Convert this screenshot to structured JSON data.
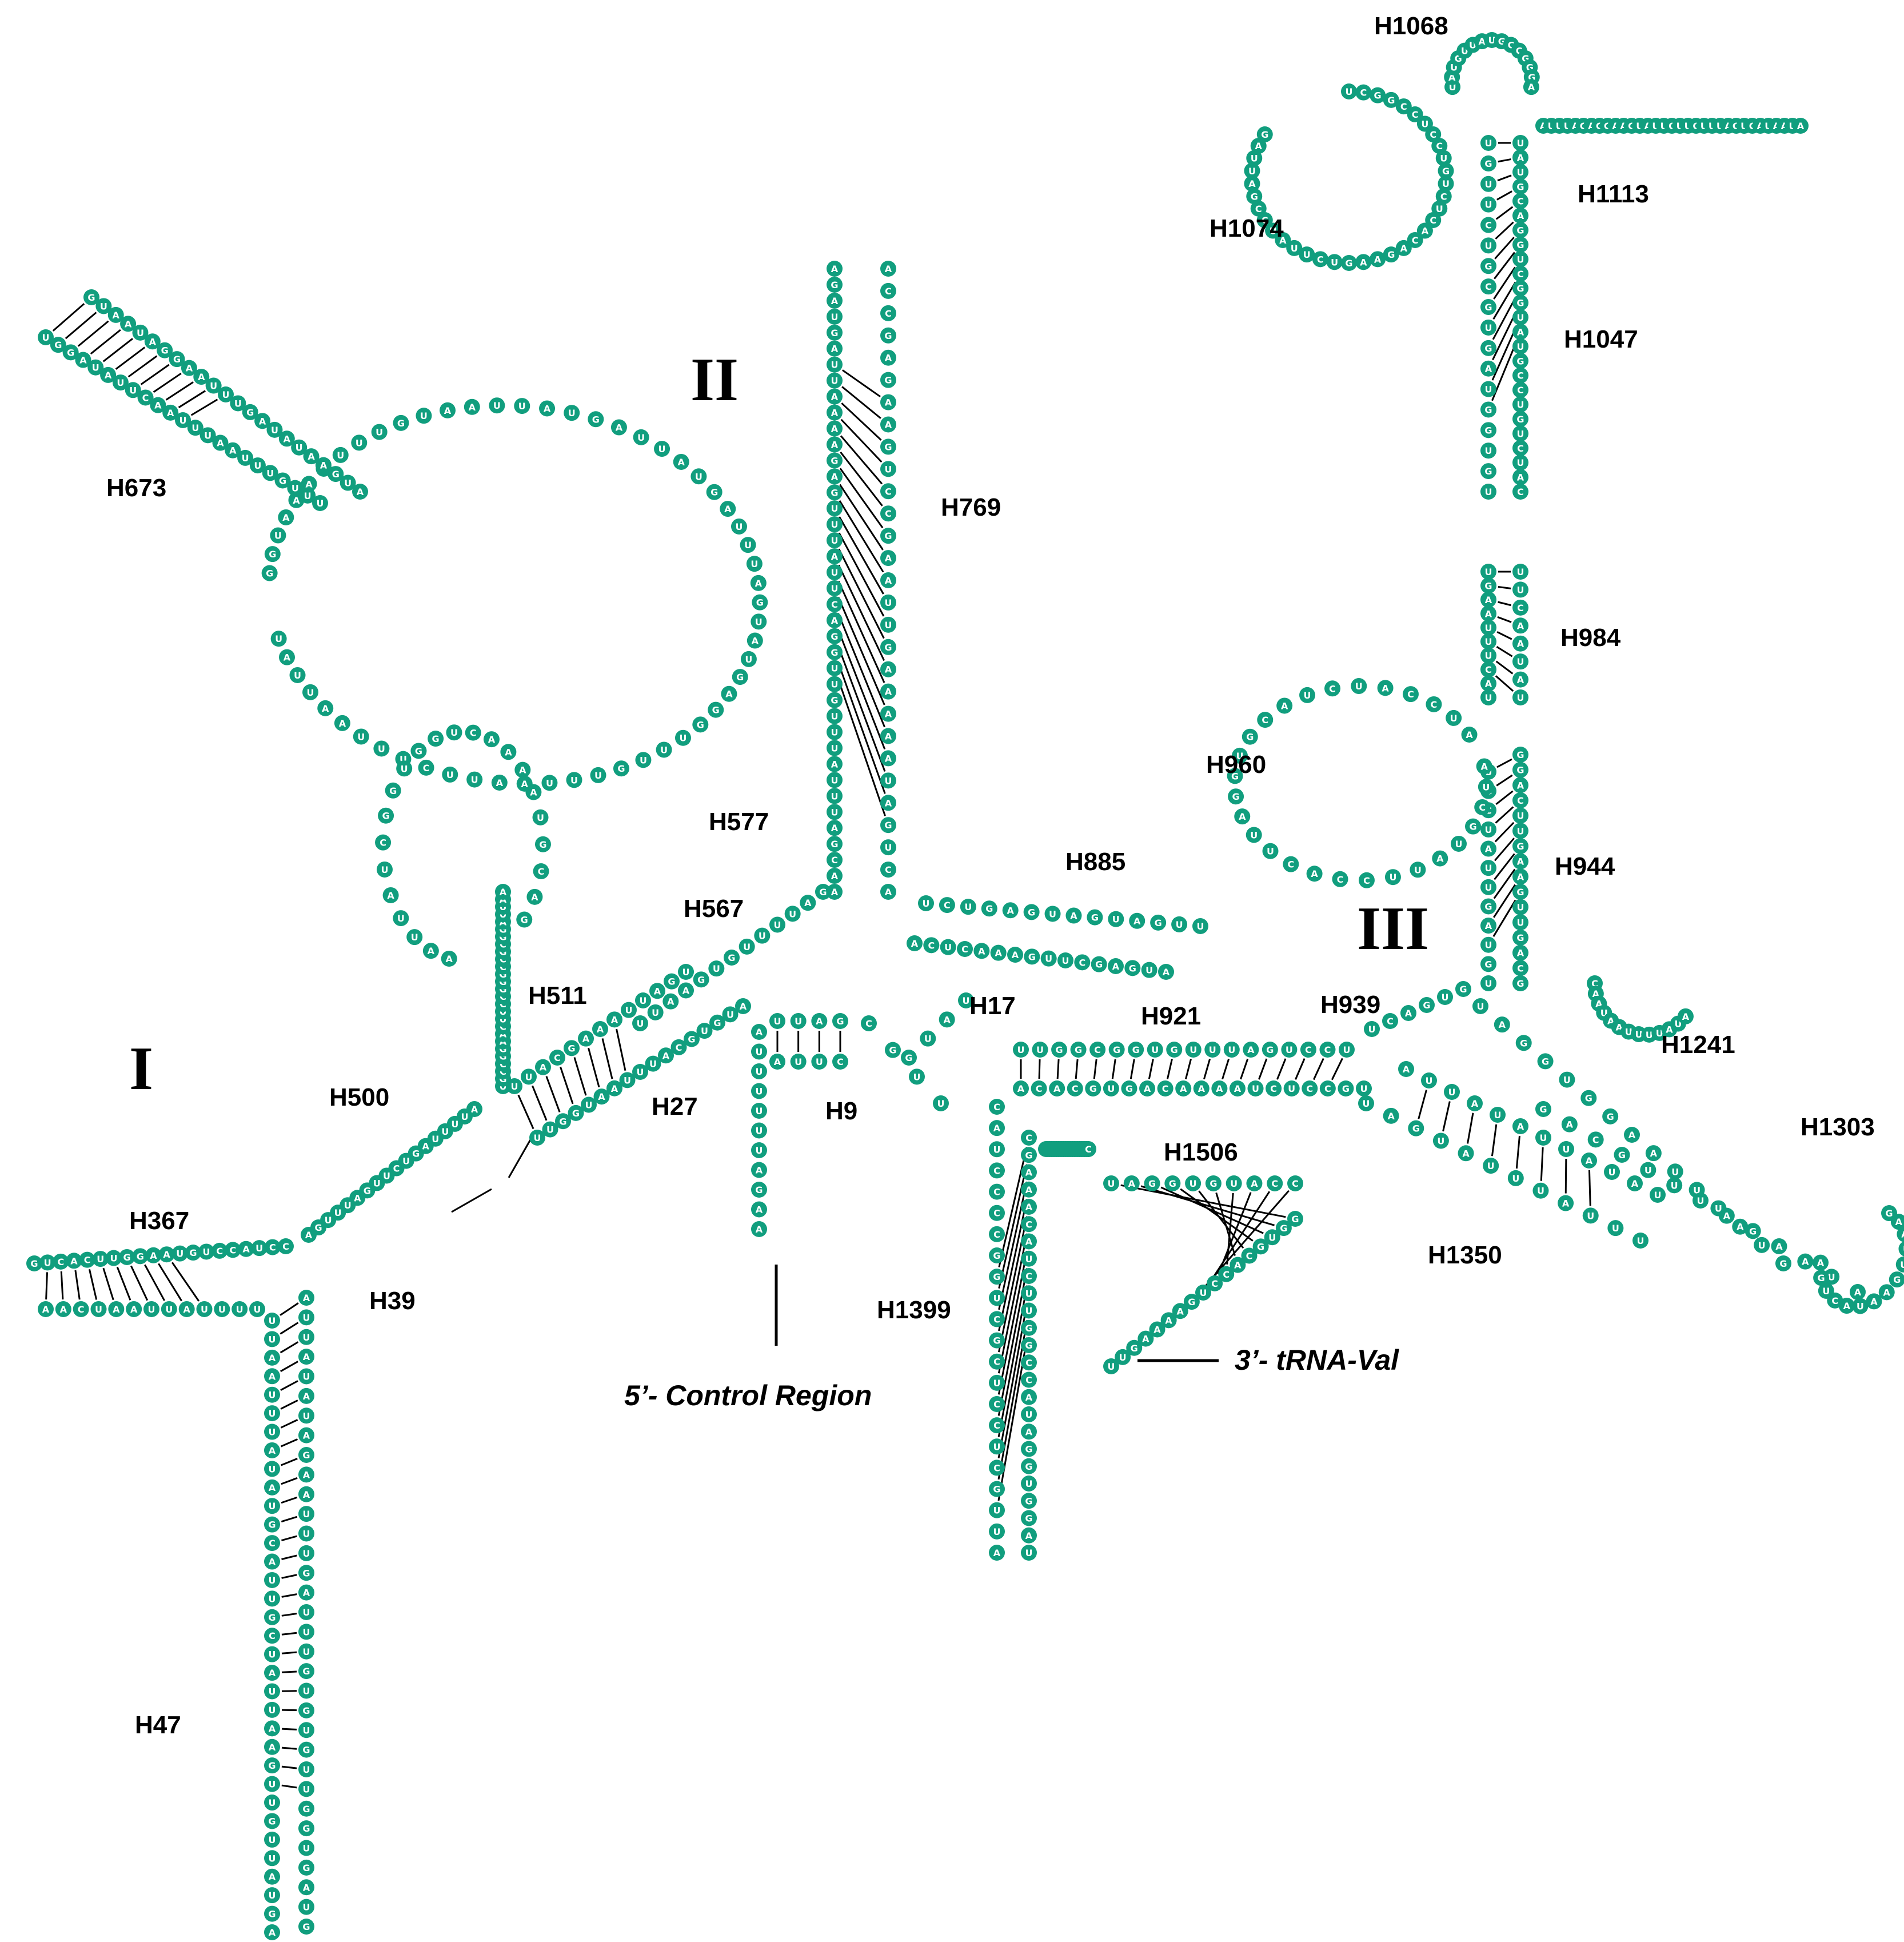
{
  "colors": {
    "nucleotide": "#119e7e",
    "nucleotide_text": "#ffffff",
    "bond": "#000000",
    "text": "#000000"
  },
  "domains": [
    "I",
    "II",
    "III"
  ],
  "helix_labels": [
    "H9",
    "H17",
    "H27",
    "H39",
    "H47",
    "H367",
    "H500",
    "H511",
    "H567",
    "H577",
    "H673",
    "H769",
    "H885",
    "H921",
    "H939",
    "H944",
    "H960",
    "H984",
    "H1047",
    "H1068",
    "H1074",
    "H1113",
    "H1241",
    "H1303",
    "H1350",
    "H1399",
    "H1506"
  ],
  "termini": {
    "five_prime": "5’- Control Region",
    "three_prime": "3’- tRNA-Val"
  },
  "sequences": {
    "s5end": "AAGAUUUUUUA",
    "h9_5": "UUAG",
    "h9_3": "CUUA",
    "h9_loop": "CGUU",
    "h17_stem": "GUAU",
    "h921_5": "UUGGCGGUGUUUAGUCCU",
    "h921_3": "UGCCUCUAAAACAGUGCACA",
    "h1399_5": "CAUCCCCGGUCGCUCCUCGUUA",
    "h1399_3": "UAGGUGGAUACCGGUUCUACAAAGC",
    "h1506_5": "UAGGUGUACC",
    "h1506_3": "GGUGCACCUGAAAAGUU",
    "h939_5": "UCAGUG",
    "h939_3": "GAUUUGAGUUCCUGAUCU",
    "h1350_5": "UAGUAUUUAUUU",
    "h1350_3": "AUUAUAUUAUAU",
    "h1303_5": "UAGGUGGAAUUUAUG",
    "h1303_3": "GACGUUUAGAAUA",
    "h1303_loop": "GAAUUGAAUACUGA",
    "h1241": "CAAUAAUUUUAUA",
    "h944_5": "UGCUAUUGAUGU",
    "h944_3": "GCAGUUGAAGUUCAGG",
    "h960": "AUCGUAUUCCACUUAGGUGCAUCUACCUA",
    "h984_5": "UGAAUUUCAU",
    "h984_3": "UAUAACUU",
    "h1047_5": "UGUUCUGCGUGAUGGUGU",
    "h1047_3": "CAUCUGUCCGUAUGGCUGGACGUAU",
    "h1113_3": "AUUUAGAGGAAGUAUUCUUCUUUAGUCAUAAUA",
    "h1068_loop": "UAUGUUAUGCCGGGA",
    "h1074": "UCGGCCUCCUGUCUCACAGAAGUCUUAUCCGAUUAG",
    "h885_5": "UCUGAGUAGUAGUU",
    "h885_3": "AUGAGCUUGAAACUCA",
    "h769_5": "AGAUGAUUAAAAGAGUUUAUUCAGGUUGUUUAUUUAGCAA",
    "h769_3": "ACUGAUAAAAAGUUAAGCCUGAAGAGCCA",
    "h577": "GGUAAAAUUUGUAAUUAUGAUUAUGAUUUAGUAUGAGGUUUGUUUAAUUCUUUAAUUAU",
    "h673_5": "GUAAUAGGAAUUUGAUAUAAGUA",
    "h673_3": "UGGAUAUUCAAUUUAAUUUGUUU",
    "h567": "GAUUUUGUGAAUU",
    "h27_5": "UUACGAAAUUAGU",
    "h27_3": "UUGGUAAUUUACGUGUA",
    "h511_5": "AAUUAUCGGUGGUCAAAAUGCAG",
    "h511_3": "UGCCGGAACUUCCGGGCCGCGGAUUAA",
    "h500": "AUUUUAGUCUUGAUUUGA",
    "h367_5": "GUCACUUGGAAUGUCCAUCC",
    "h367_3": "AACUAAUUAUUUU",
    "h47_5": "UUAAUUUAUAUGCAUUGCUAUUAAGUUGUUAUGA",
    "h47_3": "GUAGUGGUUGUGUGUUUAGUUUAAGAUAUAUUA"
  }
}
